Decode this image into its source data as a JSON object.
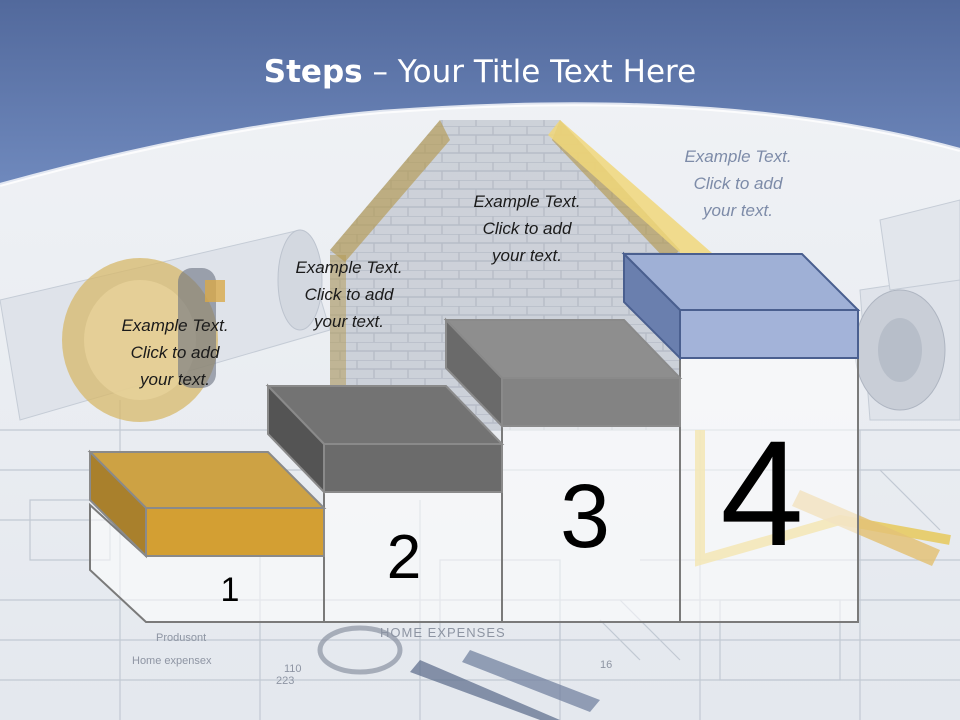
{
  "title": {
    "bold": "Steps",
    "rest": " – Your Title Text Here"
  },
  "steps": [
    {
      "number": "1",
      "line1": "Example Text.",
      "line2": "Click  to add",
      "line3": "your text."
    },
    {
      "number": "2",
      "line1": "Example Text.",
      "line2": "Click  to add",
      "line3": "your text."
    },
    {
      "number": "3",
      "line1": "Example Text.",
      "line2": "Click  to add",
      "line3": "your text."
    },
    {
      "number": "4",
      "line1": "Example Text.",
      "line2": "Click  to add",
      "line3": "your text."
    }
  ],
  "background_text": {
    "home_expenses": "HOME EXPENSES",
    "prodzasof": "Produsont",
    "home_expensex": "Home expensex",
    "num_110": "110",
    "num_223": "223",
    "num_16": "16"
  },
  "colors": {
    "header_blue": "#5a76aa",
    "step1_gold": "#d1a23a",
    "step2_gray": "#6e6e6e",
    "step3_gray": "#848484",
    "step4_blue": "#9fb0d6"
  }
}
